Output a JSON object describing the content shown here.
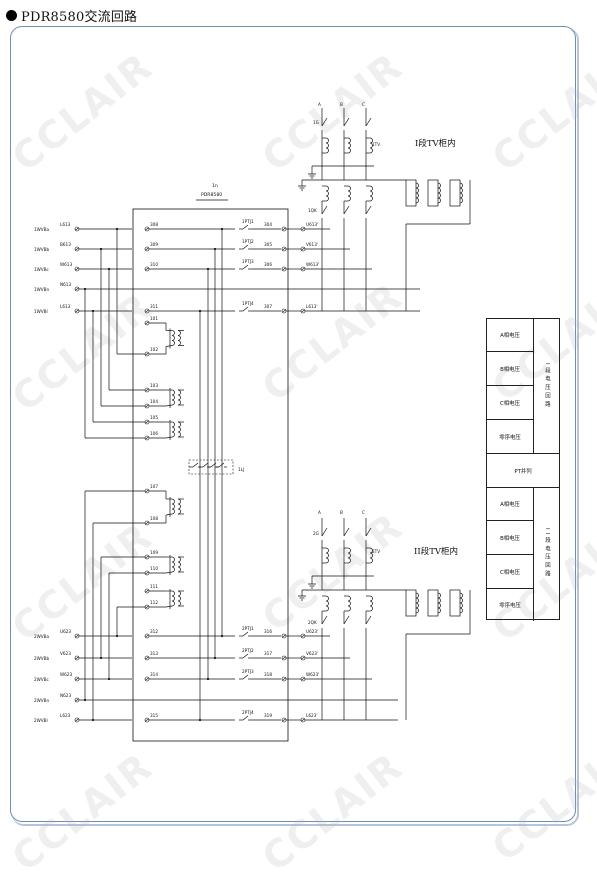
{
  "heading": {
    "title": "PDR8580交流回路"
  },
  "watermark": "CCLAIR",
  "device": {
    "id": "1n",
    "model": "PDR8580"
  },
  "cabinet1": {
    "label": "I段TV柜内",
    "pt": "1TV",
    "switch": "1G",
    "aux": "1QK",
    "phases": [
      "A",
      "B",
      "C"
    ]
  },
  "cabinet2": {
    "label": "II段TV柜内",
    "pt": "2TV",
    "switch": "2G",
    "aux": "2QK",
    "phases": [
      "A",
      "B",
      "C"
    ]
  },
  "relay": {
    "label": "1LJ"
  },
  "bus1": {
    "inputs": [
      {
        "bus": "1WVBa",
        "wire": "L613",
        "term": "308"
      },
      {
        "bus": "1WVBb",
        "wire": "B613",
        "term": "309"
      },
      {
        "bus": "1WVBc",
        "wire": "W613",
        "term": "310"
      },
      {
        "bus": "1WVBn",
        "wire": "N613",
        "term": ""
      },
      {
        "bus": "1WVBl",
        "wire": "L613",
        "term": "311"
      }
    ],
    "contacts": [
      {
        "name": "1PTJ1",
        "term": "304",
        "out": "U613'"
      },
      {
        "name": "1PTJ2",
        "term": "305",
        "out": "V613'"
      },
      {
        "name": "1PTJ3",
        "term": "306",
        "out": "W613'"
      },
      {
        "name": "1PTJ4",
        "term": "307",
        "out": "L613'"
      }
    ]
  },
  "bus2": {
    "inputs": [
      {
        "bus": "2WVBa",
        "wire": "U623",
        "term": "312"
      },
      {
        "bus": "2WVBb",
        "wire": "V623",
        "term": "313"
      },
      {
        "bus": "2WVBc",
        "wire": "W623",
        "term": "314"
      },
      {
        "bus": "2WVBn",
        "wire": "N623",
        "term": ""
      },
      {
        "bus": "2WVBl",
        "wire": "L623",
        "term": "315"
      }
    ],
    "contacts": [
      {
        "name": "2PTJ1",
        "term": "316",
        "out": "U623'"
      },
      {
        "name": "2PTJ2",
        "term": "317",
        "out": "V623'"
      },
      {
        "name": "2PTJ3",
        "term": "318",
        "out": "W623'"
      },
      {
        "name": "2PTJ4",
        "term": "319",
        "out": "L623'"
      }
    ]
  },
  "internal_terms": [
    "101",
    "102",
    "103",
    "104",
    "105",
    "106",
    "107",
    "108",
    "109",
    "110",
    "111",
    "112"
  ],
  "legend": {
    "group1_rows": [
      "A相电压",
      "B相电压",
      "C相电压",
      "零序电压"
    ],
    "group1_title": "I段电压回路",
    "middle": "PT并列",
    "group2_rows": [
      "A相电压",
      "B相电压",
      "C相电压",
      "零序电压"
    ],
    "group2_title": "II段电压回路"
  }
}
